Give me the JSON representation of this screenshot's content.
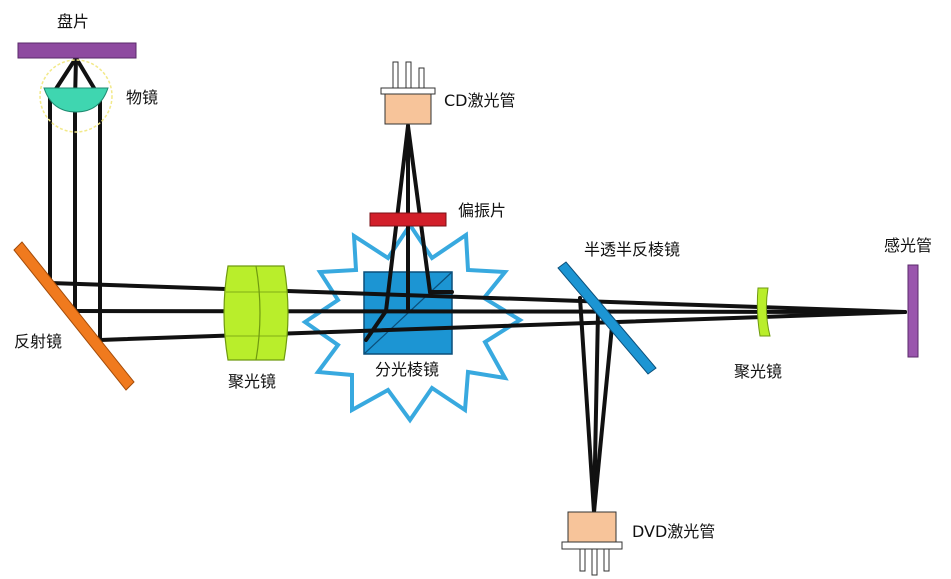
{
  "labels": {
    "disc": "盘片",
    "objective_lens": "物镜",
    "cd_laser": "CD激光管",
    "polarizer": "偏振片",
    "half_mirror": "半透半反棱镜",
    "sensor": "感光管",
    "reflector": "反射镜",
    "condenser_left": "聚光镜",
    "beam_splitter": "分光棱镜",
    "condenser_right": "聚光镜",
    "dvd_laser": "DVD激光管"
  },
  "colors": {
    "disc": "#8e4aa0",
    "objective_lens": "#3fd6b0",
    "objective_halo": "#f2e98a",
    "cd_laser": "#f7c49a",
    "polarizer": "#d21f2a",
    "half_mirror": "#1c95d3",
    "reflector": "#f07a1e",
    "condenser": "#b9ee2b",
    "beam_splitter": "#1c95d3",
    "starburst": "#38a9df",
    "sensor": "#9a55ad",
    "dvd_laser": "#f7c49a",
    "beam": "#111111"
  }
}
